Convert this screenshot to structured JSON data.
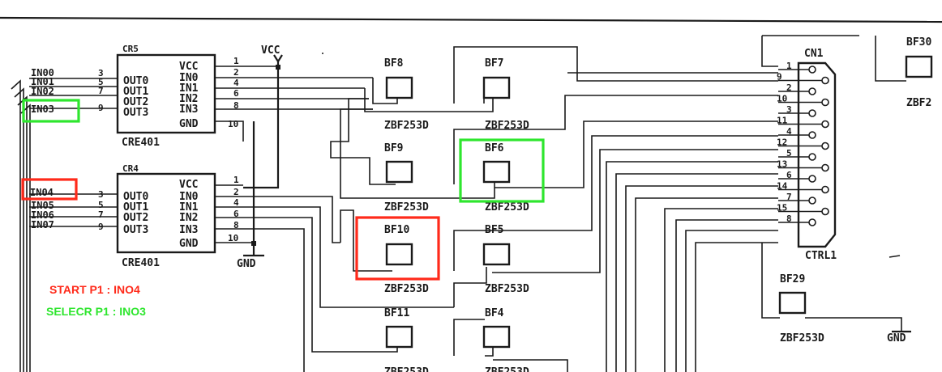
{
  "colors": {
    "start_red": "#ff2a1a",
    "select_green": "#2ee62e",
    "ink": "#1a1a1a"
  },
  "chips": {
    "cr5": {
      "name": "CR5",
      "type": "CRE401"
    },
    "cr4": {
      "name": "CR4",
      "type": "CRE401"
    },
    "pins_left": [
      "OUT0",
      "OUT1",
      "OUT2",
      "OUT3"
    ],
    "pins_right": [
      "VCC",
      "IN0",
      "IN1",
      "IN2",
      "IN3",
      "GND"
    ],
    "in_pin_numbers": [
      "3",
      "5",
      "7",
      "9"
    ],
    "out_pin_numbers": [
      "1",
      "2",
      "4",
      "6",
      "8",
      "10"
    ]
  },
  "inputs": {
    "upper": [
      "IN00",
      "IN01",
      "IN02",
      "IN03"
    ],
    "lower": [
      "IN04",
      "IN05",
      "IN06",
      "IN07"
    ]
  },
  "power": {
    "vcc": "VCC",
    "gnd": "GND"
  },
  "buttons": {
    "bf8": "BF8",
    "bf7": "BF7",
    "bf9": "BF9",
    "bf6": "BF6",
    "bf10": "BF10",
    "bf5": "BF5",
    "bf11": "BF11",
    "bf4": "BF4",
    "bf29": "BF29",
    "bf30": "BF30",
    "part": "ZBF253D",
    "part_partial": "ZBF2"
  },
  "connector": {
    "name": "CN1",
    "label": "CTRL1",
    "pins": [
      "1",
      "9",
      "2",
      "10",
      "3",
      "11",
      "4",
      "12",
      "5",
      "13",
      "6",
      "14",
      "7",
      "15",
      "8"
    ]
  },
  "annotations": {
    "start": "START P1 : INO4",
    "select": "SELECR P1 : INO3"
  }
}
